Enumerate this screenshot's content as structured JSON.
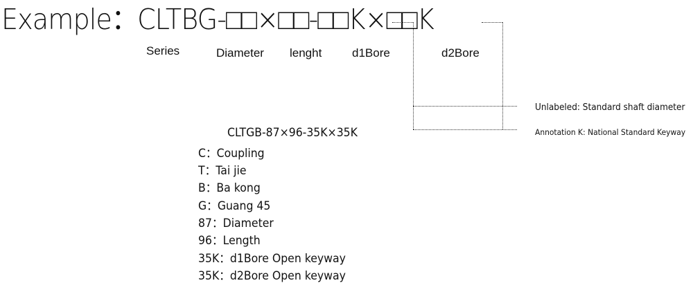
{
  "title": "Example：CLTBG-□□×□□-□□K×□□K",
  "labels": {
    "series": "Series",
    "diameter": "Diameter",
    "length": "lenght",
    "d1bore": "d1Bore",
    "d2bore": "d2Bore"
  },
  "notes": {
    "unlabeled": "Unlabeled: Standard shaft diameter",
    "annotation_k": "Annotation K: National Standard Keyway"
  },
  "example_code": "CLTGB-87×96-35K×35K",
  "descriptions": [
    "C：Coupling",
    "T：Tai jie",
    "B：Ba kong",
    "G：Guang 45",
    "87：Diameter",
    "96：Length",
    "35K：d1Bore   Open keyway",
    "35K：d2Bore  Open keyway"
  ]
}
